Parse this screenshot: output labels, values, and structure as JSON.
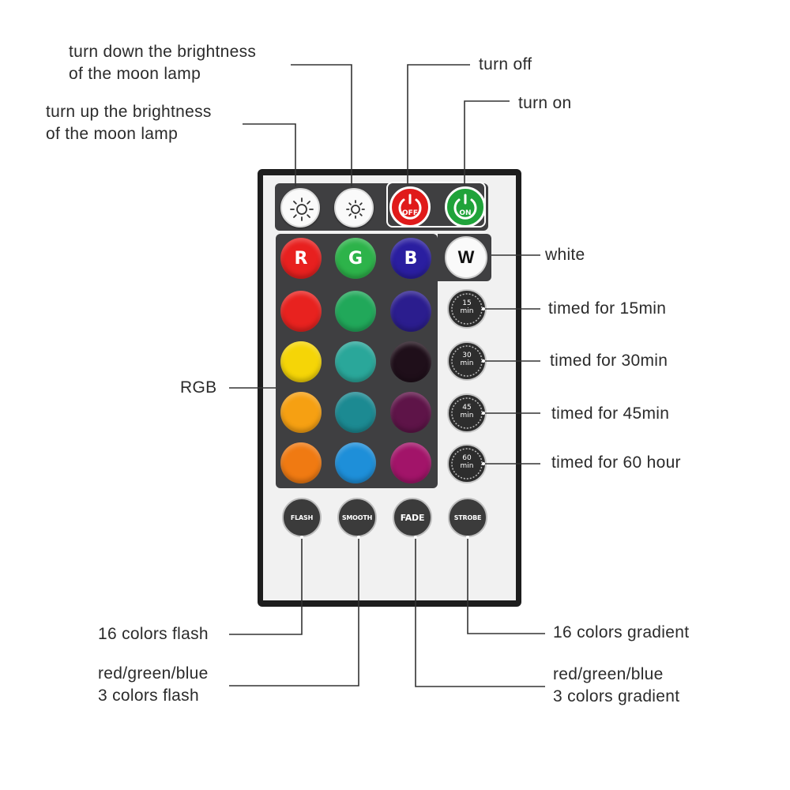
{
  "labels": {
    "brightness_down": [
      "turn down the brightness",
      "of the moon lamp"
    ],
    "brightness_up": [
      "turn up the brightness",
      "of the moon lamp"
    ],
    "turn_off": "turn off",
    "turn_on": "turn on",
    "white": "white",
    "rgb": "RGB",
    "timed_15": "timed for 15min",
    "timed_30": "timed for 30min",
    "timed_45": "timed for 45min",
    "timed_60": "timed for 60 hour",
    "flash_16": "16 colors flash",
    "flash_3": [
      "red/green/blue",
      "3 colors flash"
    ],
    "gradient_16": "16 colors gradient",
    "gradient_3": [
      "red/green/blue",
      "3 colors gradient"
    ]
  },
  "buttons": {
    "off": "OFF",
    "on": "ON",
    "r": "R",
    "g": "G",
    "b": "B",
    "w": "W",
    "flash": "FLASH",
    "smooth": "SMOOTH",
    "fade": "FADE",
    "strobe": "STROBE",
    "t15": [
      "15",
      "min"
    ],
    "t30": [
      "30",
      "min"
    ],
    "t45": [
      "45",
      "min"
    ],
    "t60": [
      "60",
      "min"
    ]
  },
  "icons": {
    "brightness_up": "sun-large-icon",
    "brightness_down": "sun-small-icon",
    "power_off": "power-icon",
    "power_on": "power-icon"
  },
  "colors": {
    "red": "#e8201f",
    "green": "#2db34a",
    "blue": "#2a1ea0",
    "off_ring": "#e01a1a",
    "on_ring": "#1fa33a",
    "grid": [
      [
        "#e8221f",
        "#21a85a",
        "#2b1d8e"
      ],
      [
        "#f5d507",
        "#2aa79a",
        "#1f0f1a"
      ],
      [
        "#f6a012",
        "#1c8a92",
        "#5e1448"
      ],
      [
        "#f07a12",
        "#1e8fd9",
        "#a21469"
      ]
    ]
  }
}
